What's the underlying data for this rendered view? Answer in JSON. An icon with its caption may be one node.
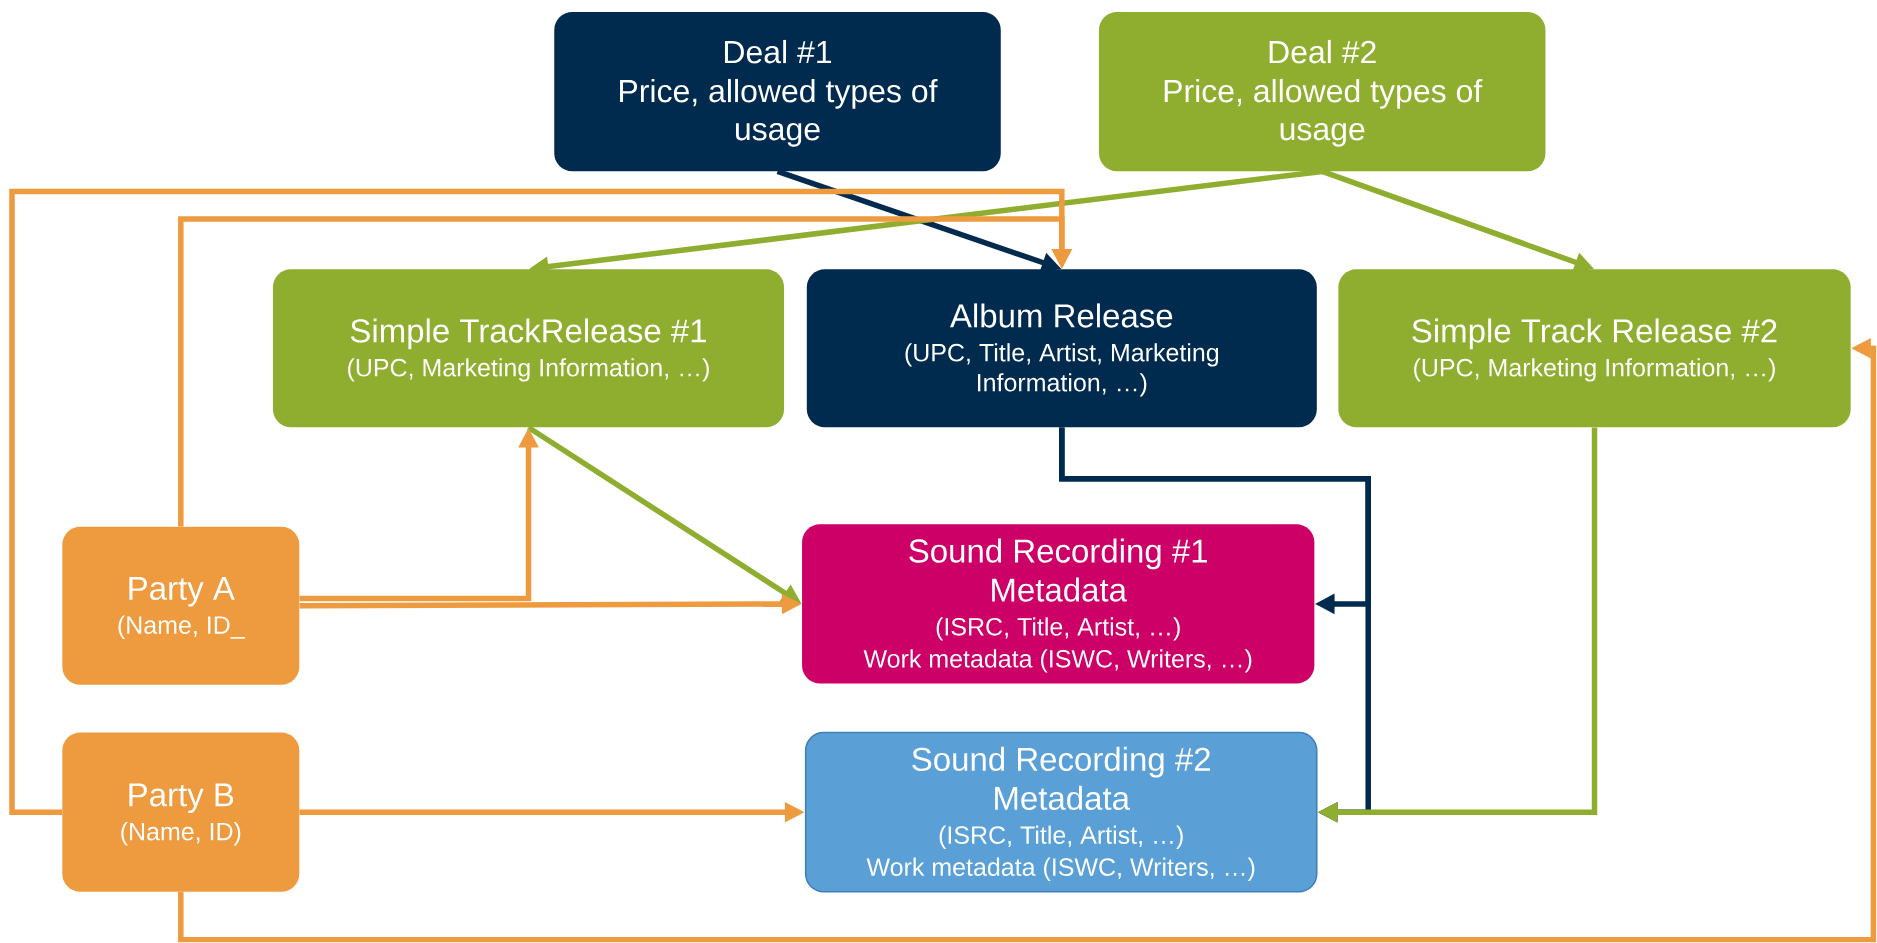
{
  "diagram": {
    "nodes": [
      {
        "text": [
          "Deal #1",
          "Price, allowed types of usage"
        ]
      },
      {
        "text": [
          "Deal #2",
          "Price, allowed types of usage"
        ]
      },
      {
        "text": [
          "Simple TrackRelease #1",
          "(UPC, Marketing Information, …)"
        ]
      },
      {
        "text": [
          "Album Release",
          "(UPC, Title, Artist, Marketing Information, …)"
        ]
      },
      {
        "text": [
          "Simple Track Release #2",
          "(UPC, Marketing Information, …)"
        ]
      },
      {
        "text": [
          "Party A",
          "(Name, ID_"
        ]
      },
      {
        "text": [
          "Sound Recording #1 Metadata",
          "(ISRC, Title, Artist, …)",
          "Work metadata (ISWC, Writers, …)"
        ]
      },
      {
        "text": [
          "Party B",
          "(Name, ID)"
        ]
      },
      {
        "text": [
          "Sound Recording #2 Metadata",
          "(ISRC, Title, Artist, …)",
          "Work metadata (ISWC, Writers, …)"
        ]
      }
    ],
    "edges": [
      {
        "from": 0,
        "to": 3,
        "arrow": "to",
        "color": "#002a4e"
      },
      {
        "from": 1,
        "to": 2,
        "arrow": "to",
        "color": "#8fae30"
      },
      {
        "from": 1,
        "to": 4,
        "arrow": "to",
        "color": "#8fae30"
      },
      {
        "from": 2,
        "to": 6,
        "arrow": "to",
        "color": "#8fae30"
      },
      {
        "from": 3,
        "to": 6,
        "arrow": "to",
        "color": "#002a4e"
      },
      {
        "from": 3,
        "to": 8,
        "arrow": "to",
        "color": "#002a4e"
      },
      {
        "from": 4,
        "to": 8,
        "arrow": "to",
        "color": "#8fae30"
      },
      {
        "from": 5,
        "to": 6,
        "arrow": "to"
      },
      {
        "from": 5,
        "to": 2,
        "arrow": "to"
      },
      {
        "from": 5,
        "to": 3,
        "arrow": "to"
      },
      {
        "from": 7,
        "to": 3,
        "arrow": "to"
      },
      {
        "from": 7,
        "to": 8,
        "arrow": "to"
      },
      {
        "from": 7,
        "to": 4,
        "arrow": "to"
      }
    ]
  }
}
